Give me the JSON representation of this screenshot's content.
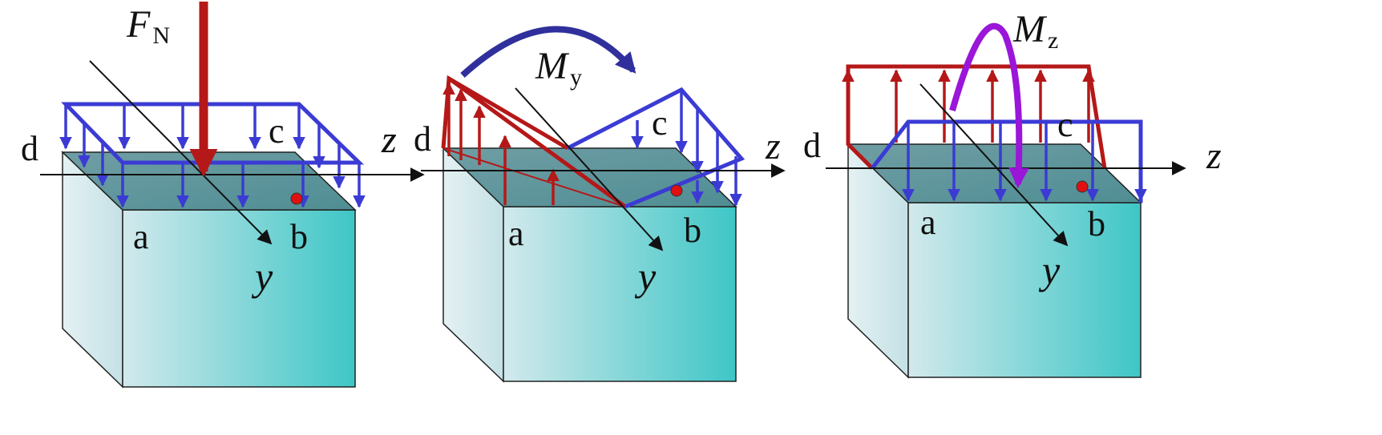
{
  "colors": {
    "compression": "#3b3bd4",
    "tension": "#b51818",
    "axial_force": "#b51818",
    "moment_y": "#30309c",
    "moment_z": "#9a16d8",
    "point": "#e01010",
    "axis": "#111111",
    "block_light": "#d5eaec",
    "block_dark": "#3fc8c8"
  },
  "figures": [
    {
      "load_symbol": "F",
      "load_subscript": "N",
      "corner_a": "a",
      "corner_b": "b",
      "corner_c": "c",
      "corner_d": "d",
      "axis_z": "z",
      "axis_y": "y"
    },
    {
      "load_symbol": "M",
      "load_subscript": "y",
      "corner_a": "a",
      "corner_b": "b",
      "corner_c": "c",
      "corner_d": "d",
      "axis_z": "z",
      "axis_y": "y"
    },
    {
      "load_symbol": "M",
      "load_subscript": "z",
      "corner_a": "a",
      "corner_b": "b",
      "corner_c": "c",
      "corner_d": "d",
      "axis_z": "z",
      "axis_y": "y"
    }
  ]
}
